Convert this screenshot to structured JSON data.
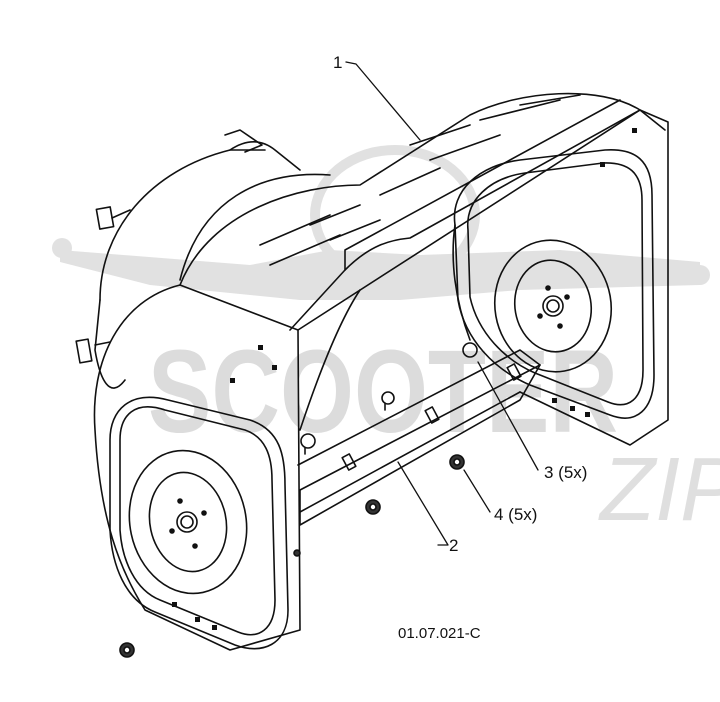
{
  "callouts": [
    {
      "id": "1",
      "label": "1"
    },
    {
      "id": "2",
      "label": "2"
    },
    {
      "id": "3",
      "label": "3 (5x)"
    },
    {
      "id": "4",
      "label": "4 (5x)"
    }
  ],
  "drawing_code": "01.07.021-C",
  "watermark": {
    "main": "SCOOTER",
    "sub": "ZIP"
  },
  "colors": {
    "line": "#111111",
    "watermark": "#d9d9d9",
    "background": "#ffffff"
  }
}
